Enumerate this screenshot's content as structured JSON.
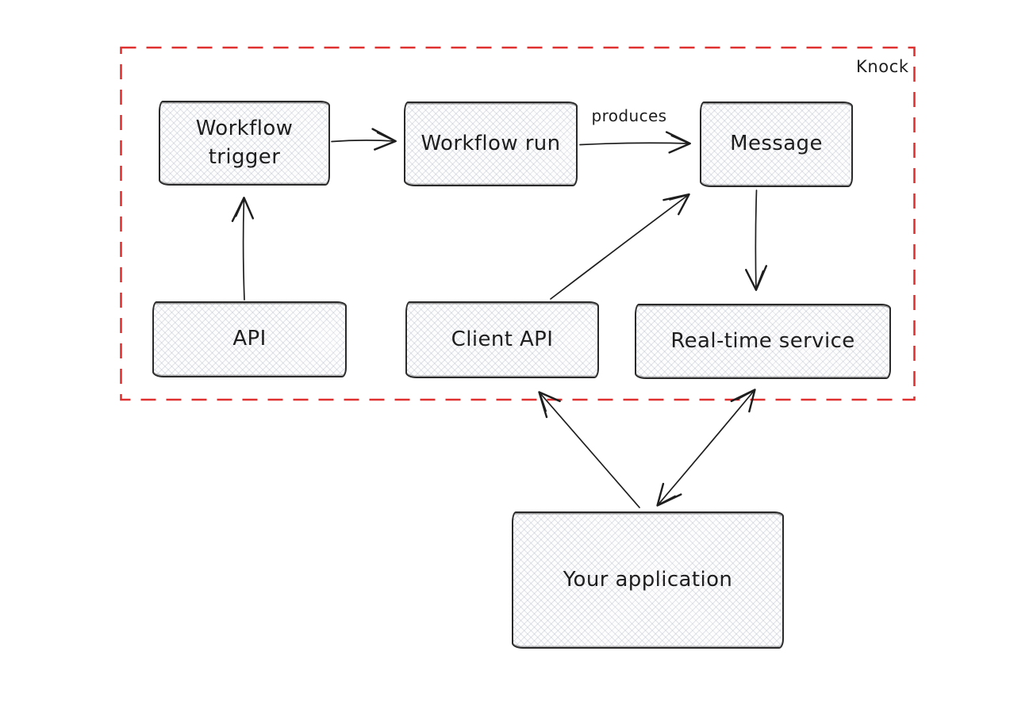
{
  "diagram": {
    "boundary": {
      "label": "Knock",
      "color": "#e03131",
      "style": "dashed"
    },
    "nodes": [
      {
        "id": "workflow-trigger",
        "label": "Workflow trigger"
      },
      {
        "id": "workflow-run",
        "label": "Workflow run"
      },
      {
        "id": "message",
        "label": "Message"
      },
      {
        "id": "api",
        "label": "API"
      },
      {
        "id": "client-api",
        "label": "Client API"
      },
      {
        "id": "realtime-service",
        "label": "Real-time service"
      },
      {
        "id": "your-application",
        "label": "Your application"
      }
    ],
    "edges": [
      {
        "from": "workflow-trigger",
        "to": "workflow-run",
        "label": "",
        "direction": "one-way"
      },
      {
        "from": "workflow-run",
        "to": "message",
        "label": "produces",
        "direction": "one-way"
      },
      {
        "from": "api",
        "to": "workflow-trigger",
        "label": "",
        "direction": "one-way"
      },
      {
        "from": "client-api",
        "to": "message",
        "label": "",
        "direction": "one-way"
      },
      {
        "from": "message",
        "to": "realtime-service",
        "label": "",
        "direction": "one-way"
      },
      {
        "from": "your-application",
        "to": "client-api",
        "label": "",
        "direction": "one-way"
      },
      {
        "from": "your-application",
        "to": "realtime-service",
        "label": "",
        "direction": "two-way"
      }
    ],
    "colors": {
      "stroke": "#1e1e1e",
      "boundary": "#e03131",
      "node_fill": "#fdfdfe",
      "hatch": "#a4adbb",
      "background": "#ffffff"
    }
  }
}
